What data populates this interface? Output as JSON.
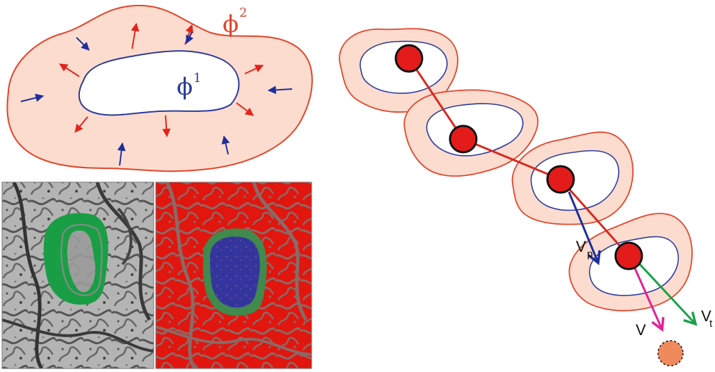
{
  "labels": {
    "phi_outer": "ϕ",
    "phi_outer_sup": "2",
    "phi_inner": "ϕ",
    "phi_inner_sup": "1",
    "vp": "V",
    "vp_sub": "p",
    "vt": "V",
    "vt_sub": "t",
    "v": "V"
  },
  "colors": {
    "outer_contour": "#e2442a",
    "outer_fill": "#fcdccf",
    "inner_contour": "#2b3a9b",
    "arrow_out": "#e2231a",
    "arrow_in": "#1f2e9a",
    "node": "#e31b1b",
    "chain_line": "#d8291e",
    "vp_arrow": "#1f2e9a",
    "vt_arrow": "#17a24a",
    "v_arrow": "#e21f9c",
    "target_dot": "#f08a5d",
    "seg_green": "#1a9e45",
    "seg_blue": "#2f2f9e",
    "seg_red": "#e0160f",
    "micrograph_bg": "#a9a9a9"
  },
  "panels": {
    "top_left": "level-set-schematic",
    "bottom_left": "micrograph-segmentation-overlay",
    "bottom_middle": "segmentation-label-map",
    "right": "tracking-chain"
  }
}
